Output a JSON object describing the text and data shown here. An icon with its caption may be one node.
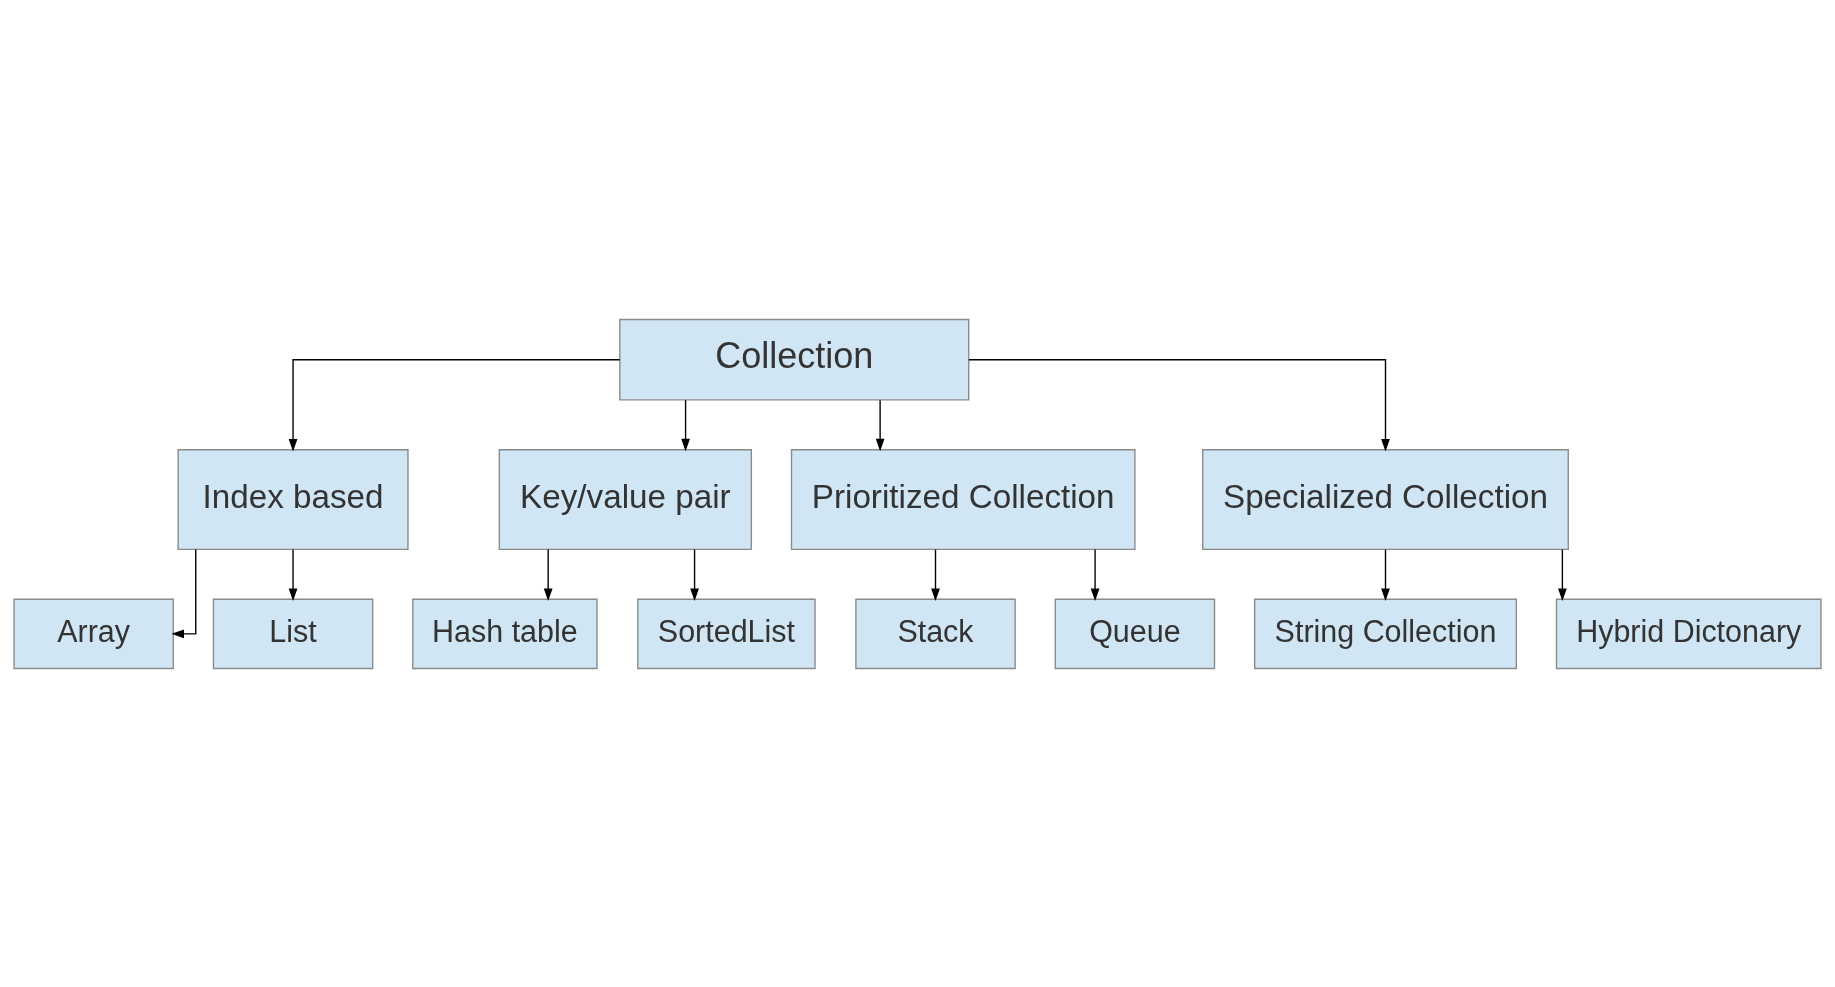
{
  "diagram": {
    "nodes": [
      {
        "text": [
          "Collection"
        ]
      },
      {
        "text": [
          "Index based"
        ]
      },
      {
        "text": [
          "Key/value pair"
        ]
      },
      {
        "text": [
          "Prioritized Collection"
        ]
      },
      {
        "text": [
          "Specialized Collection"
        ]
      },
      {
        "text": [
          "Array"
        ]
      },
      {
        "text": [
          "List"
        ]
      },
      {
        "text": [
          "Hash table"
        ]
      },
      {
        "text": [
          "SortedList"
        ]
      },
      {
        "text": [
          "Stack"
        ]
      },
      {
        "text": [
          "Queue"
        ]
      },
      {
        "text": [
          "String Collection"
        ]
      },
      {
        "text": [
          "Hybrid Dictonary"
        ]
      }
    ],
    "edges": [
      {
        "from": 0,
        "to": 1,
        "arrow": "to"
      },
      {
        "from": 0,
        "to": 2,
        "arrow": "to"
      },
      {
        "from": 0,
        "to": 3,
        "arrow": "to"
      },
      {
        "from": 0,
        "to": 4,
        "arrow": "to"
      },
      {
        "from": 1,
        "to": 5,
        "arrow": "to"
      },
      {
        "from": 1,
        "to": 6,
        "arrow": "to"
      },
      {
        "from": 2,
        "to": 7,
        "arrow": "to"
      },
      {
        "from": 2,
        "to": 8,
        "arrow": "to"
      },
      {
        "from": 3,
        "to": 9,
        "arrow": "to"
      },
      {
        "from": 3,
        "to": 10,
        "arrow": "to"
      },
      {
        "from": 4,
        "to": 11,
        "arrow": "to"
      },
      {
        "from": 4,
        "to": 12,
        "arrow": "to"
      }
    ]
  }
}
